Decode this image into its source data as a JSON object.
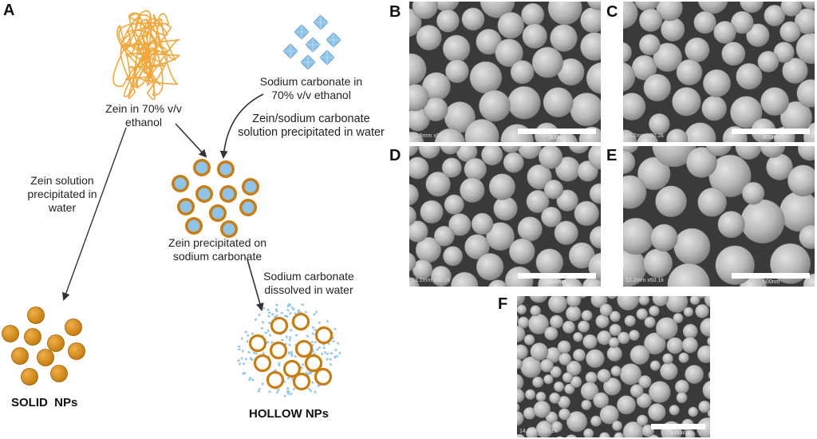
{
  "panels": {
    "a": "A",
    "b": "B",
    "c": "C",
    "d": "D",
    "e": "E",
    "f": "F"
  },
  "labels": {
    "zein_ethanol": [
      "Zein in 70% v/v",
      "ethanol"
    ],
    "sodium_ethanol": [
      "Sodium carbonate in",
      "70% v/v ethanol"
    ],
    "zein_sodium_precip": [
      "Zein/sodium carbonate",
      "solution precipitated in water"
    ],
    "zein_precip_water": [
      "Zein solution",
      "precipitated in",
      "water"
    ],
    "zein_on_sodium": [
      "Zein precipitated on",
      "sodium carbonate"
    ],
    "sodium_dissolved": [
      "Sodium carbonate",
      "dissolved in water"
    ],
    "solid": "SOLID  NPs",
    "hollow": "HOLLOW NPs"
  },
  "sem": [
    {
      "panel": "B",
      "mag": "12.5mm x90.1k",
      "scale": "500nm"
    },
    {
      "panel": "C",
      "mag": "13.2mm x90.2k",
      "scale": "500nm"
    },
    {
      "panel": "D",
      "mag": "13.1mm x60.1k",
      "scale": "500nm"
    },
    {
      "panel": "E",
      "mag": "12.2mm x60.1k",
      "scale": "500nm"
    },
    {
      "panel": "F",
      "mag": "14.2mm x30.0k",
      "scale": "1.00um"
    }
  ],
  "colors": {
    "zein": "#f2a73b",
    "np_fill": "#d4870f",
    "np_ring": "#c97d10",
    "carbonate": "#8fc3e8",
    "arrow": "#333333"
  },
  "icons": [
    "zein-coil-icon",
    "sodium-carbonate-crystal-icon",
    "core-shell-particle-icon",
    "solid-np-icon",
    "hollow-np-icon"
  ]
}
